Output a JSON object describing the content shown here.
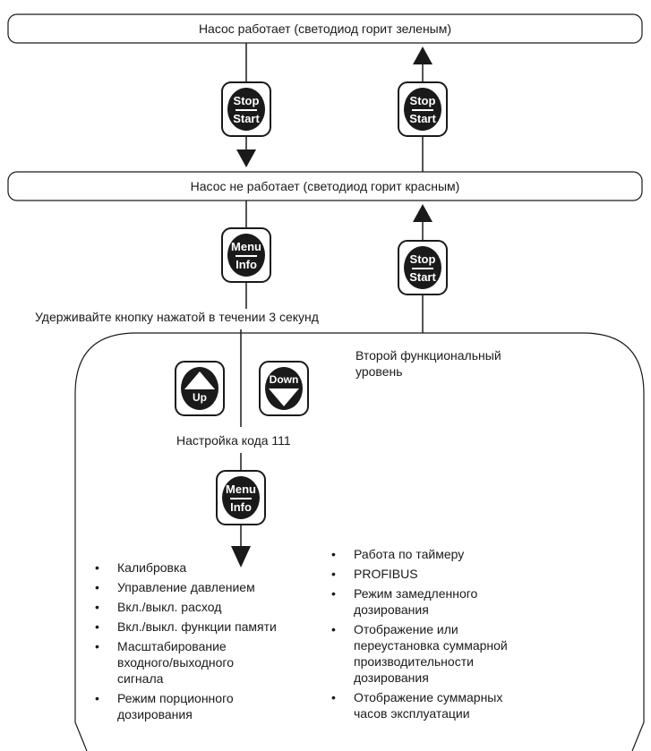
{
  "states": {
    "pump_running": "Насос работает (светодиод горит зеленым)",
    "pump_stopped": "Насос не работает (светодиод горит красным)"
  },
  "buttons": {
    "stop_start": {
      "top": "Stop",
      "bottom": "Start"
    },
    "menu_info": {
      "top": "Menu",
      "bottom": "Info"
    },
    "up": "Up",
    "down": "Down"
  },
  "hold_instruction": "Удерживайте кнопку нажатой в течении 3 секунд",
  "second_level_title": "Второй функциональный\nуровень",
  "code_setting": "Настройка кода 111",
  "left_functions": [
    "Калибровка",
    "Управление давлением",
    "Вкл./выкл. расход",
    "Вкл./выкл. функции памяти",
    "Масштабирование\nвходного/выходного\nсигнала",
    "Режим порционного\nдозирования"
  ],
  "right_functions": [
    "Работа по таймеру",
    "PROFIBUS",
    "Режим замедленного\nдозирования",
    "Отображение или\nпереустановка суммарной\nпроизводительности\nдозирования",
    "Отображение суммарных\nчасов эксплуатации"
  ]
}
